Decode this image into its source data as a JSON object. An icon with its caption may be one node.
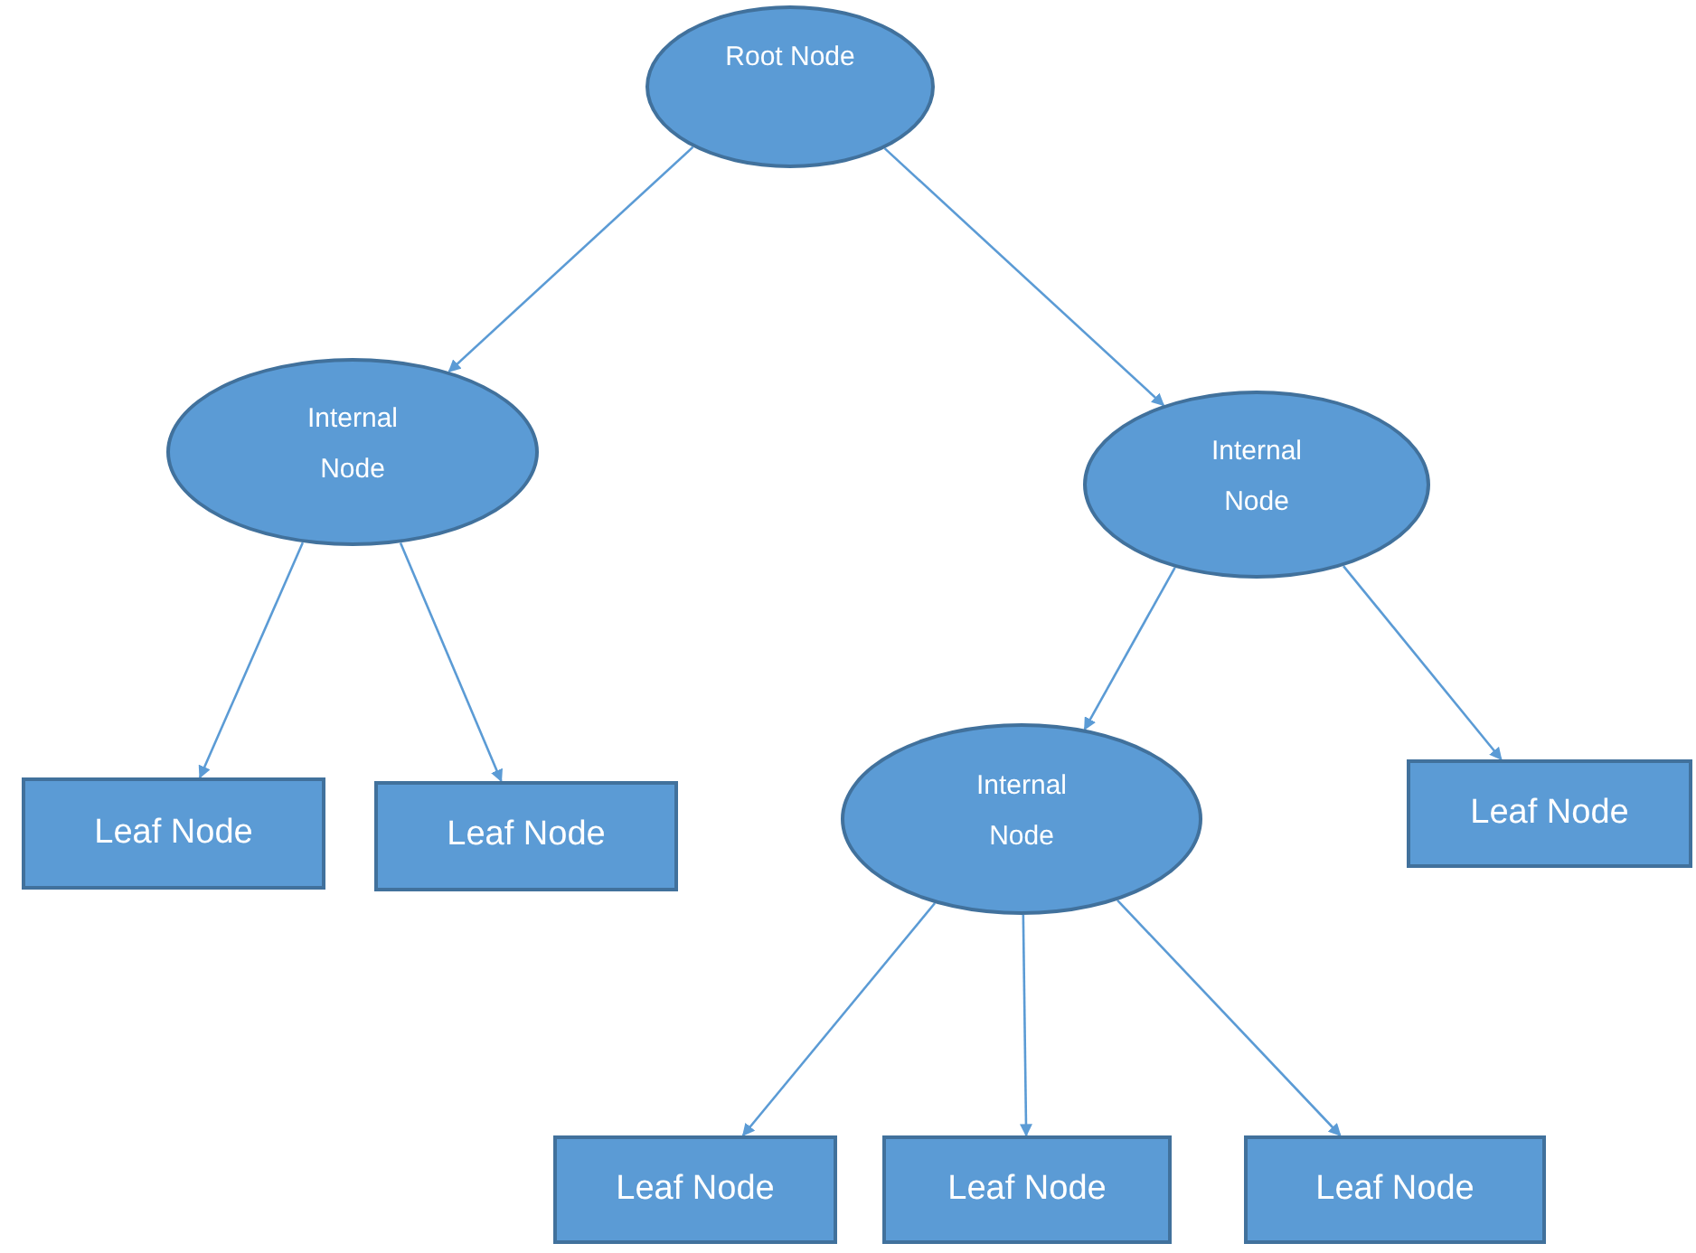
{
  "diagram": {
    "nodes": [
      {
        "text": [
          "Root Node"
        ]
      },
      {
        "text": [
          "Internal Node"
        ]
      },
      {
        "text": [
          "Internal Node"
        ]
      },
      {
        "text": [
          "Leaf Node"
        ]
      },
      {
        "text": [
          "Leaf Node"
        ]
      },
      {
        "text": [
          "Internal Node"
        ]
      },
      {
        "text": [
          "Leaf Node"
        ]
      },
      {
        "text": [
          "Leaf Node"
        ]
      },
      {
        "text": [
          "Leaf Node"
        ]
      },
      {
        "text": [
          "Leaf Node"
        ]
      }
    ],
    "edges": [
      {
        "from": 0,
        "to": 1,
        "arrow": "to"
      },
      {
        "from": 0,
        "to": 2,
        "arrow": "to"
      },
      {
        "from": 1,
        "to": 3,
        "arrow": "to"
      },
      {
        "from": 1,
        "to": 4,
        "arrow": "to"
      },
      {
        "from": 2,
        "to": 5,
        "arrow": "to"
      },
      {
        "from": 2,
        "to": 6,
        "arrow": "to"
      },
      {
        "from": 5,
        "to": 7,
        "arrow": "to"
      },
      {
        "from": 5,
        "to": 8,
        "arrow": "to"
      },
      {
        "from": 5,
        "to": 9,
        "arrow": "to"
      }
    ]
  }
}
